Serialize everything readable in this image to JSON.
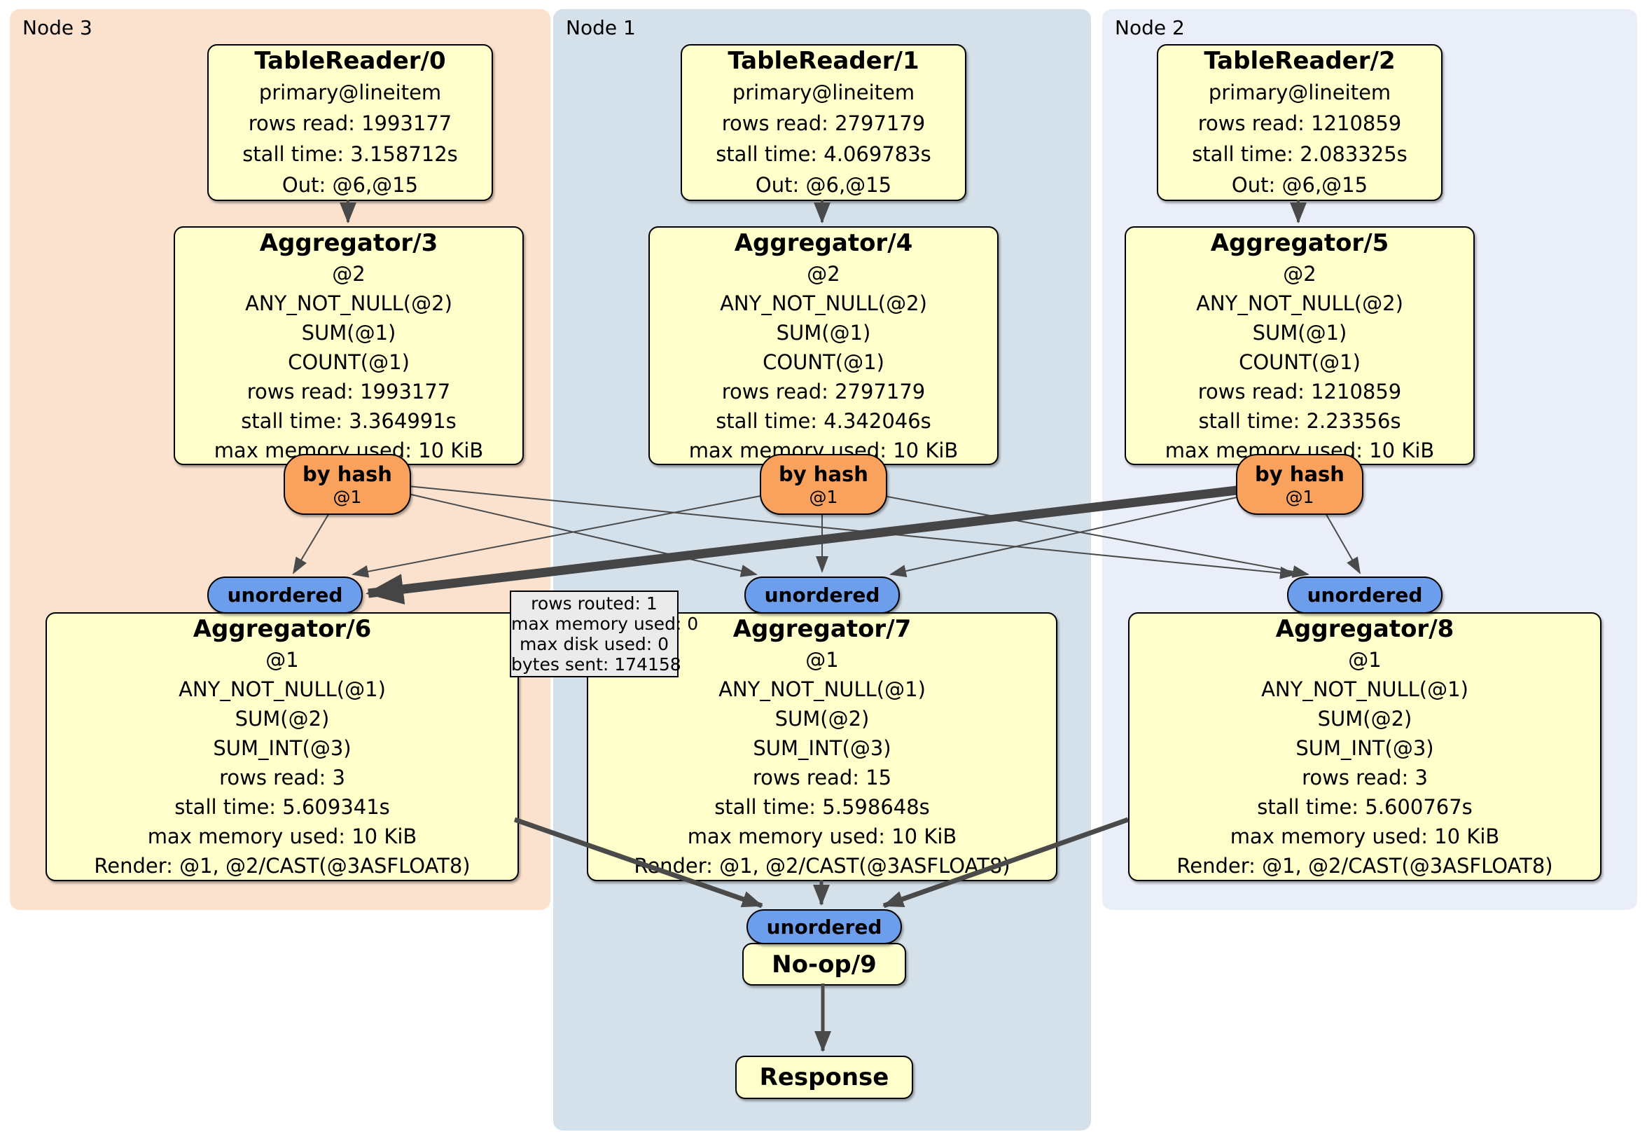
{
  "panels": {
    "node3": {
      "label": "Node 3",
      "bg": "#FAE2CF"
    },
    "node1": {
      "label": "Node 1",
      "bg": "#D4E0EA"
    },
    "node2": {
      "label": "Node 2",
      "bg": "#EAEEF8"
    }
  },
  "processors": {
    "tr0": {
      "title": "TableReader/0",
      "lines": [
        "primary@lineitem",
        "rows read: 1993177",
        "stall time: 3.158712s",
        "Out: @6,@15"
      ]
    },
    "tr1": {
      "title": "TableReader/1",
      "lines": [
        "primary@lineitem",
        "rows read: 2797179",
        "stall time: 4.069783s",
        "Out: @6,@15"
      ]
    },
    "tr2": {
      "title": "TableReader/2",
      "lines": [
        "primary@lineitem",
        "rows read: 1210859",
        "stall time: 2.083325s",
        "Out: @6,@15"
      ]
    },
    "agg3": {
      "title": "Aggregator/3",
      "lines": [
        "@2",
        "ANY_NOT_NULL(@2)",
        "SUM(@1)",
        "COUNT(@1)",
        "rows read: 1993177",
        "stall time: 3.364991s",
        "max memory used: 10 KiB"
      ]
    },
    "agg4": {
      "title": "Aggregator/4",
      "lines": [
        "@2",
        "ANY_NOT_NULL(@2)",
        "SUM(@1)",
        "COUNT(@1)",
        "rows read: 2797179",
        "stall time: 4.342046s",
        "max memory used: 10 KiB"
      ]
    },
    "agg5": {
      "title": "Aggregator/5",
      "lines": [
        "@2",
        "ANY_NOT_NULL(@2)",
        "SUM(@1)",
        "COUNT(@1)",
        "rows read: 1210859",
        "stall time: 2.23356s",
        "max memory used: 10 KiB"
      ]
    },
    "agg6": {
      "title": "Aggregator/6",
      "lines": [
        "@1",
        "ANY_NOT_NULL(@1)",
        "SUM(@2)",
        "SUM_INT(@3)",
        "rows read: 3",
        "stall time: 5.609341s",
        "max memory used: 10 KiB",
        "Render: @1, @2/CAST(@3ASFLOAT8)"
      ]
    },
    "agg7": {
      "title": "Aggregator/7",
      "lines": [
        "@1",
        "ANY_NOT_NULL(@1)",
        "SUM(@2)",
        "SUM_INT(@3)",
        "rows read: 15",
        "stall time: 5.598648s",
        "max memory used: 10 KiB",
        "Render: @1, @2/CAST(@3ASFLOAT8)"
      ]
    },
    "agg8": {
      "title": "Aggregator/8",
      "lines": [
        "@1",
        "ANY_NOT_NULL(@1)",
        "SUM(@2)",
        "SUM_INT(@3)",
        "rows read: 3",
        "stall time: 5.600767s",
        "max memory used: 10 KiB",
        "Render: @1, @2/CAST(@3ASFLOAT8)"
      ]
    },
    "noop": {
      "title": "No-op/9"
    },
    "response": {
      "title": "Response"
    }
  },
  "router": {
    "label": "by hash",
    "key": "@1"
  },
  "sync": {
    "label": "unordered"
  },
  "tooltip": {
    "lines": [
      "rows routed: 1",
      "max memory used: 0",
      "max disk used: 0",
      "bytes sent: 174158"
    ]
  },
  "colors": {
    "box_fill": "#FFFFCC",
    "router_fill": "#F8A25E",
    "sync_fill": "#6D9EEB",
    "edge": "#4A4A4A",
    "tooltip_fill": "#EBEBEB",
    "panel_node3": "#FAE2CF",
    "panel_node1": "#D4E0EA",
    "panel_node2": "#EAEEF8"
  }
}
